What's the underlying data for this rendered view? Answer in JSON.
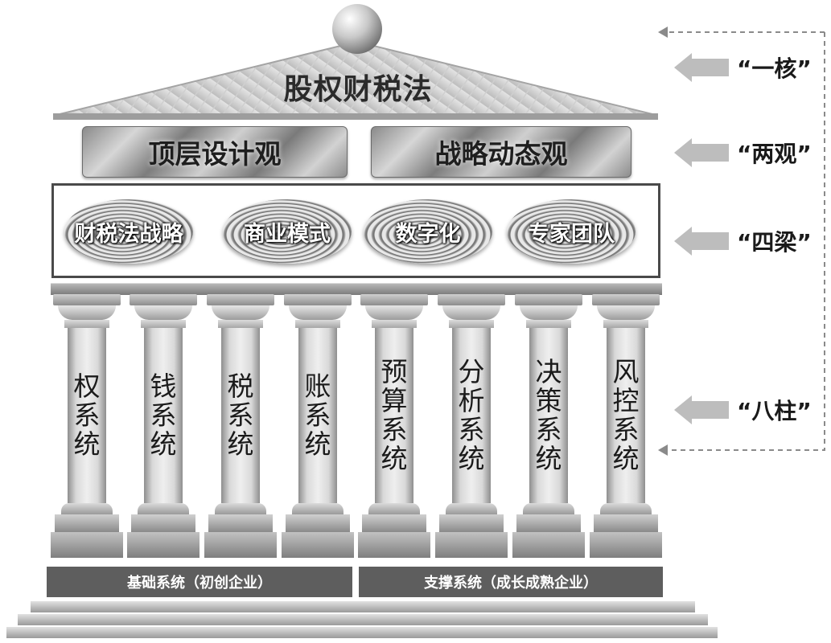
{
  "roof": {
    "title": "股权财税法"
  },
  "views": [
    {
      "label": "顶层设计观"
    },
    {
      "label": "战略动态观"
    }
  ],
  "beams": [
    {
      "label": "财税法战略"
    },
    {
      "label": "商业模式"
    },
    {
      "label": "数字化"
    },
    {
      "label": "专家团队"
    }
  ],
  "pillars": [
    {
      "chars": [
        "权",
        "系",
        "统"
      ]
    },
    {
      "chars": [
        "钱",
        "系",
        "统"
      ]
    },
    {
      "chars": [
        "税",
        "系",
        "统"
      ]
    },
    {
      "chars": [
        "账",
        "系",
        "统"
      ]
    },
    {
      "chars": [
        "预",
        "算",
        "系",
        "统"
      ]
    },
    {
      "chars": [
        "分",
        "析",
        "系",
        "统"
      ]
    },
    {
      "chars": [
        "决",
        "策",
        "系",
        "统"
      ]
    },
    {
      "chars": [
        "风",
        "控",
        "系",
        "统"
      ]
    }
  ],
  "base_labels": [
    {
      "label": "基础系统（初创企业）"
    },
    {
      "label": "支撑系统（成长成熟企业）"
    }
  ],
  "side_labels": [
    {
      "label": "“一核”"
    },
    {
      "label": "“两观”"
    },
    {
      "label": "“四梁”"
    },
    {
      "label": "“八柱”"
    }
  ]
}
